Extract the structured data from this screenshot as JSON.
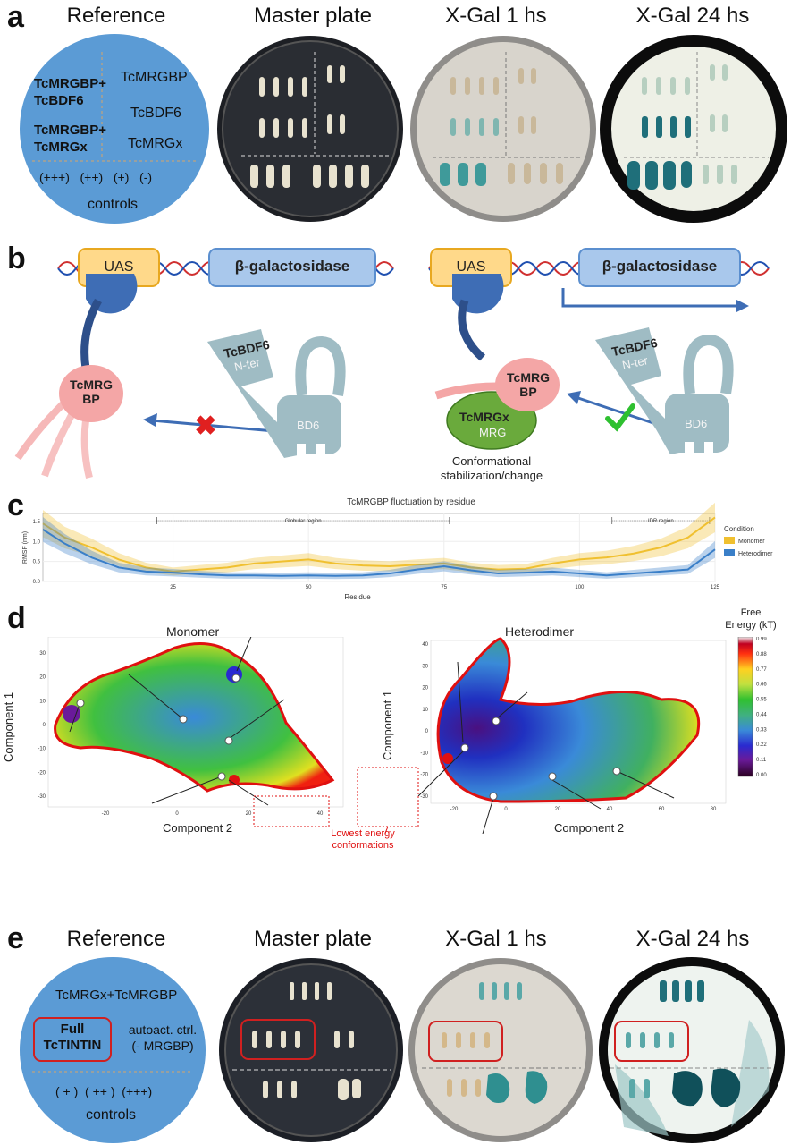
{
  "panel_a": {
    "letter": "a",
    "headers": [
      "Reference",
      "Master plate",
      "X-Gal 1 hs",
      "X-Gal 24 hs"
    ],
    "ref_left_1": "TcMRGBP+\nTcBDF6",
    "ref_left_2": "TcMRGBP+\nTcMRGx",
    "ref_right": [
      "TcMRGBP",
      "TcBDF6",
      "TcMRGx"
    ],
    "controls_marks": "(+++)   (++)   (+)   (-)",
    "controls_label": "controls"
  },
  "panel_b": {
    "letter": "b",
    "uas": "UAS",
    "gene": "β-galactosidase",
    "mrgbp": "TcMRG\nBP",
    "bdf6": "TcBDF6",
    "nter": "N-ter",
    "bd6": "BD6",
    "mrgx": "TcMRGx",
    "mrg": "MRG",
    "caption": "Conformational\nstabilization/change"
  },
  "panel_c": {
    "letter": "c"
  },
  "chart_data": {
    "type": "line",
    "title": "TcMRGBP fluctuation by residue",
    "xlabel": "Residue",
    "ylabel": "RMSF (nm)",
    "xlim": [
      1,
      125
    ],
    "ylim": [
      0,
      1.7
    ],
    "xticks": [
      25,
      50,
      75,
      100,
      125
    ],
    "yticks": [
      0.0,
      0.5,
      1.0,
      1.5
    ],
    "legend_title": "Condition",
    "legend_position": "right",
    "regions": [
      {
        "label": "Globular region",
        "start": 22,
        "end": 76
      },
      {
        "label": "IDR region",
        "start": 106,
        "end": 124
      }
    ],
    "x": [
      1,
      5,
      10,
      15,
      20,
      25,
      30,
      35,
      40,
      45,
      50,
      55,
      60,
      65,
      70,
      75,
      80,
      85,
      90,
      95,
      100,
      105,
      110,
      115,
      120,
      125
    ],
    "series": [
      {
        "name": "Monomer",
        "color": "#f0c030",
        "values": [
          1.45,
          1.1,
          0.85,
          0.55,
          0.35,
          0.25,
          0.3,
          0.35,
          0.45,
          0.5,
          0.55,
          0.45,
          0.4,
          0.38,
          0.42,
          0.45,
          0.35,
          0.3,
          0.32,
          0.45,
          0.55,
          0.6,
          0.7,
          0.85,
          1.1,
          1.6
        ]
      },
      {
        "name": "Heterodimer",
        "color": "#3a7fc8",
        "values": [
          1.3,
          0.95,
          0.6,
          0.35,
          0.25,
          0.22,
          0.18,
          0.15,
          0.15,
          0.14,
          0.15,
          0.14,
          0.15,
          0.2,
          0.3,
          0.38,
          0.28,
          0.2,
          0.22,
          0.25,
          0.2,
          0.15,
          0.2,
          0.25,
          0.3,
          0.8
        ]
      }
    ]
  },
  "panel_d": {
    "letter": "d",
    "monomer_title": "Monomer",
    "heterodimer_title": "Heterodimer",
    "ylabel": "Component 1",
    "xlabel": "Component 2",
    "annotation": "Lowest energy\nconformations",
    "colorbar_title": "Free\nEnergy (kT)",
    "colorbar_ticks": [
      "0.99",
      "0.88",
      "0.77",
      "0.66",
      "0.55",
      "0.44",
      "0.33",
      "0.22",
      "0.11",
      "0.00"
    ],
    "mono_yticks": [
      "30",
      "20",
      "10",
      "0",
      "-10",
      "-20",
      "-30"
    ],
    "mono_xticks": [
      "-20",
      "0",
      "20",
      "40"
    ],
    "het_yticks": [
      "40",
      "30",
      "20",
      "10",
      "0",
      "-10",
      "-20",
      "-30"
    ],
    "het_xticks": [
      "-20",
      "0",
      "20",
      "40",
      "60",
      "80"
    ]
  },
  "panel_e": {
    "letter": "e",
    "headers": [
      "Reference",
      "Master plate",
      "X-Gal 1 hs",
      "X-Gal 24 hs"
    ],
    "ref_top": "TcMRGx+TcMRGBP",
    "ref_box": "Full\nTcTINTIN",
    "ref_autoact": "autoact. ctrl.\n(- MRGBP)",
    "controls_marks": "( + )  ( ++ )  (+++)",
    "controls_label": "controls"
  },
  "colors": {
    "ref_blue": "#5b9bd5",
    "uas_fill": "#ffd98a",
    "gene_fill": "#a9c8ec",
    "mrgbp_pink": "#f4a6a6",
    "bdf6_gray": "#9fbcc4",
    "mrgx_green": "#6aaa3c",
    "xgal_blue": "#1f6f7a",
    "red_box": "#d02020"
  }
}
